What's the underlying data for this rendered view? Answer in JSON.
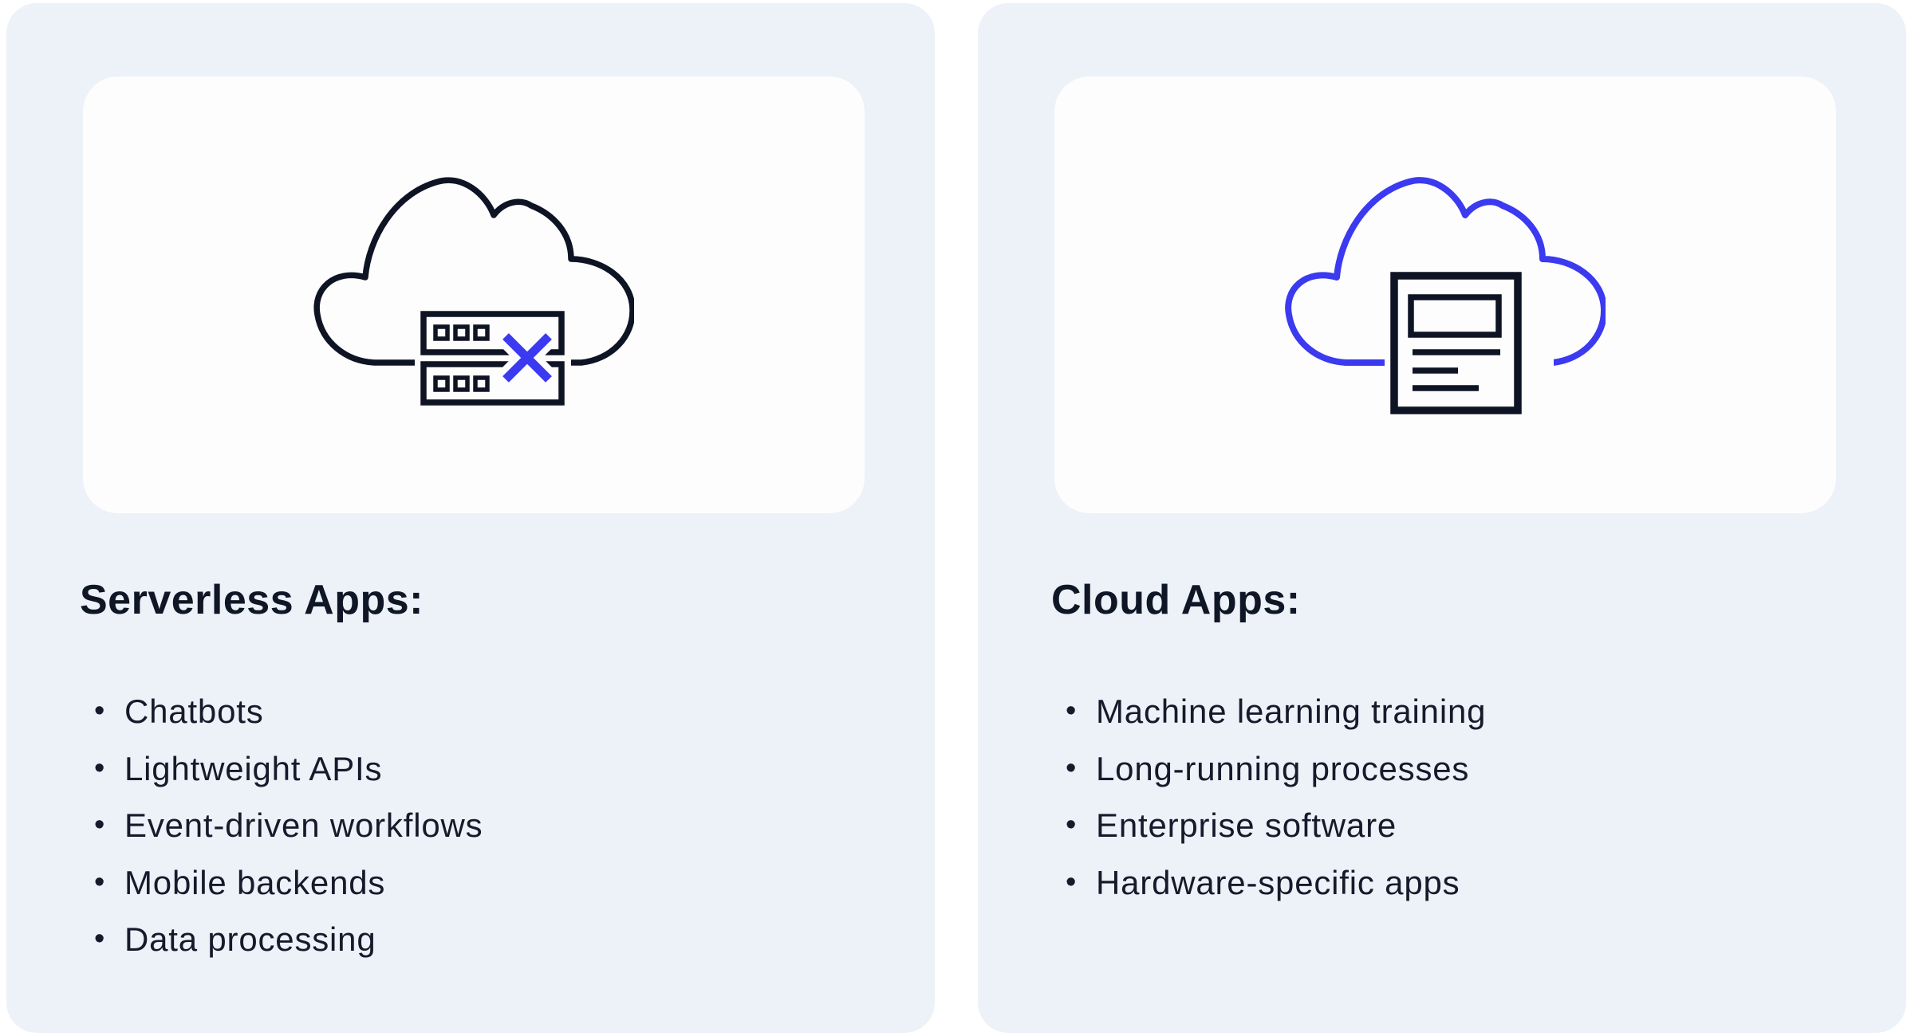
{
  "ui": {
    "bullet": "•",
    "colors": {
      "accent_blue": "#3b3af0",
      "ink_dark": "#0f1726",
      "body_text": "#141b2b",
      "card_background": "#edf1f8",
      "panel_background": "#fdfdfe",
      "page_background": "#ffffff"
    }
  },
  "cards": [
    {
      "heading": "Serverless Apps:",
      "icon": "cloud-with-crossed-out-servers-icon",
      "items": [
        "Chatbots",
        "Lightweight APIs",
        "Event-driven workflows",
        "Mobile backends",
        "Data processing"
      ]
    },
    {
      "heading": "Cloud Apps:",
      "icon": "cloud-with-document-icon",
      "items": [
        "Machine learning training",
        "Long-running processes",
        "Enterprise software",
        "Hardware-specific apps"
      ]
    }
  ]
}
